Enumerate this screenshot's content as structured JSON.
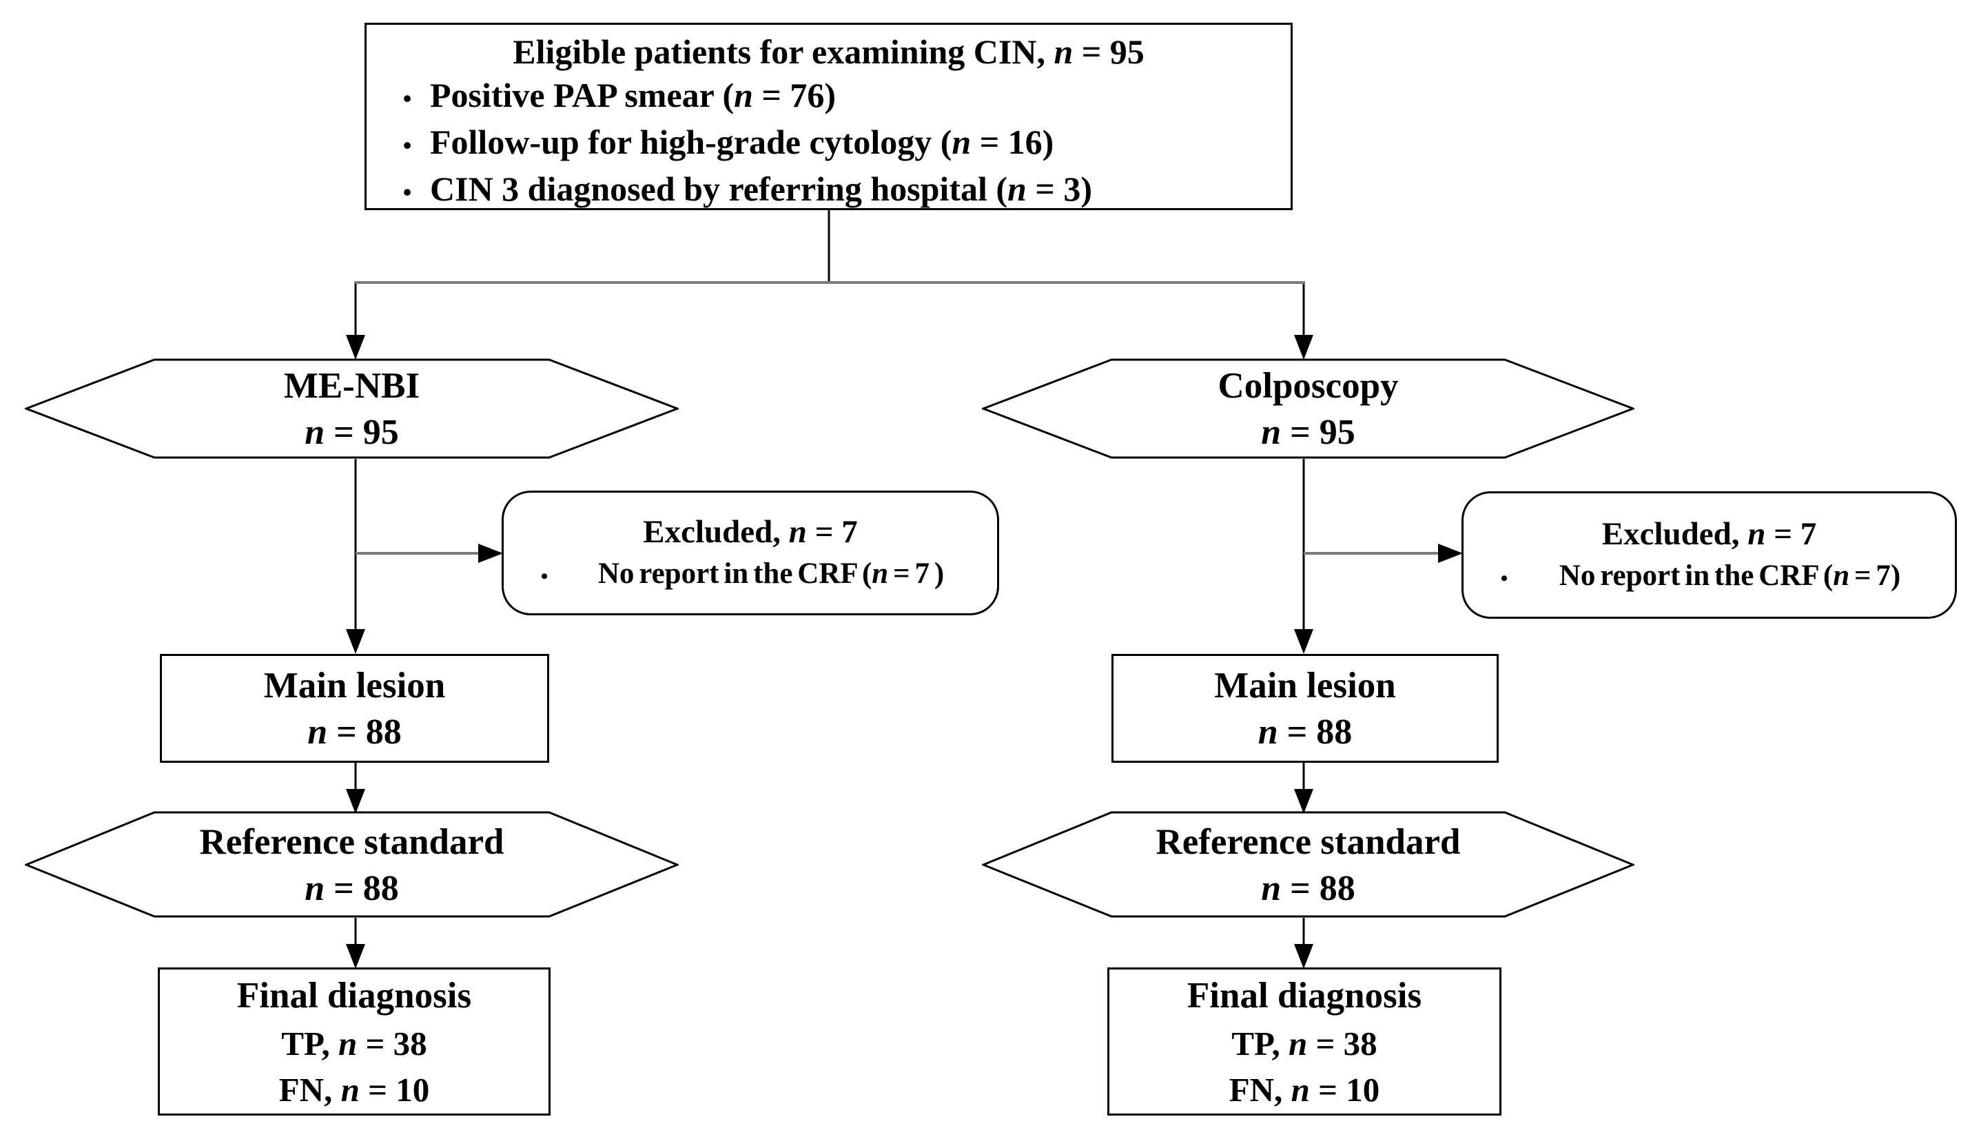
{
  "colors": {
    "background": "#ffffff",
    "text": "#000000",
    "black_line": "#000000",
    "gray_line": "#7a7a7a"
  },
  "eligible_box": {
    "title": [
      {
        "t": "Eligible patients for examining CIN, "
      },
      {
        "t": "n",
        "i": true
      },
      {
        "t": " = 95"
      }
    ],
    "bullet_char": "•",
    "bullets": [
      [
        {
          "t": "Positive PAP smear ("
        },
        {
          "t": "n",
          "i": true
        },
        {
          "t": " = 76)"
        }
      ],
      [
        {
          "t": "Follow-up for high-grade cytology ("
        },
        {
          "t": "n",
          "i": true
        },
        {
          "t": " = 16)"
        }
      ],
      [
        {
          "t": "CIN 3 diagnosed by referring hospital ("
        },
        {
          "t": "n",
          "i": true
        },
        {
          "t": " = 3)"
        }
      ]
    ]
  },
  "left_branch": {
    "hexagon": {
      "name": "ME-NBI",
      "count": [
        {
          "t": "n",
          "i": true
        },
        {
          "t": " = 95"
        }
      ]
    },
    "excluded": {
      "title": [
        {
          "t": "Excluded, "
        },
        {
          "t": "n",
          "i": true
        },
        {
          "t": " = 7"
        }
      ],
      "bullet_char": "•",
      "reason": [
        {
          "t": "No report in the CRF ("
        },
        {
          "t": "n",
          "i": true
        },
        {
          "t": " = 7 )"
        }
      ]
    },
    "main_lesion": {
      "title": "Main lesion",
      "count": [
        {
          "t": "n",
          "i": true
        },
        {
          "t": " = 88"
        }
      ]
    },
    "reference_standard": {
      "title": "Reference standard",
      "count": [
        {
          "t": "n",
          "i": true
        },
        {
          "t": " = 88"
        }
      ]
    },
    "final_diagnosis": {
      "title": "Final diagnosis",
      "tp": [
        {
          "t": "TP, "
        },
        {
          "t": "n",
          "i": true
        },
        {
          "t": " = 38"
        }
      ],
      "fn": [
        {
          "t": "FN, "
        },
        {
          "t": "n",
          "i": true
        },
        {
          "t": " = 10"
        }
      ]
    }
  },
  "right_branch": {
    "hexagon": {
      "name": "Colposcopy",
      "count": [
        {
          "t": "n",
          "i": true
        },
        {
          "t": " = 95"
        }
      ]
    },
    "excluded": {
      "title": [
        {
          "t": "Excluded, "
        },
        {
          "t": "n",
          "i": true
        },
        {
          "t": " = 7"
        }
      ],
      "bullet_char": "•",
      "reason": [
        {
          "t": "No report in the CRF ("
        },
        {
          "t": "n",
          "i": true
        },
        {
          "t": " = 7)"
        }
      ]
    },
    "main_lesion": {
      "title": "Main lesion",
      "count": [
        {
          "t": "n",
          "i": true
        },
        {
          "t": " = 88"
        }
      ]
    },
    "reference_standard": {
      "title": "Reference standard",
      "count": [
        {
          "t": "n",
          "i": true
        },
        {
          "t": " = 88"
        }
      ]
    },
    "final_diagnosis": {
      "title": "Final diagnosis",
      "tp": [
        {
          "t": "TP, "
        },
        {
          "t": "n",
          "i": true
        },
        {
          "t": " = 38"
        }
      ],
      "fn": [
        {
          "t": "FN, "
        },
        {
          "t": "n",
          "i": true
        },
        {
          "t": " = 10"
        }
      ]
    }
  }
}
